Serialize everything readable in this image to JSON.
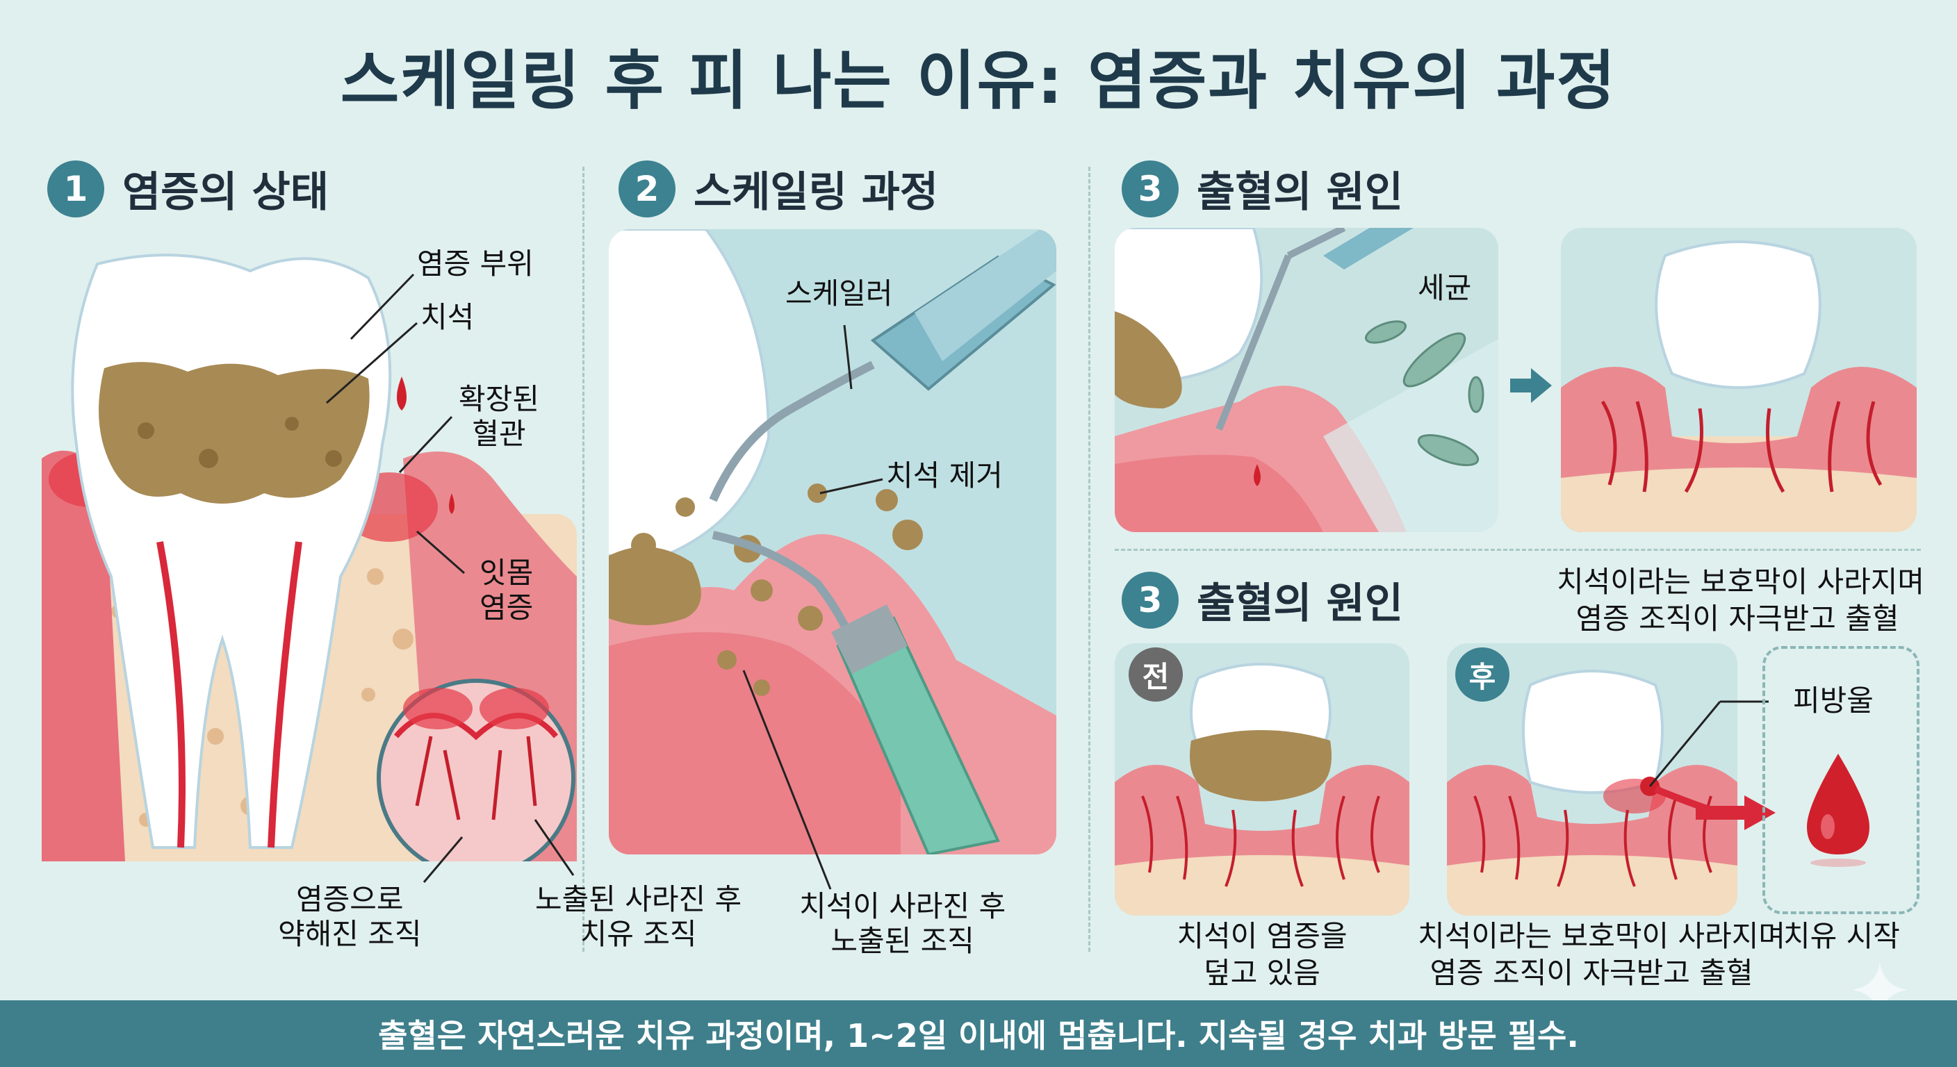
{
  "title": "스케일링 후 피 나는 이유: 염증과 치유의 과정",
  "sections": {
    "s1": {
      "num": "1",
      "title": "염증의 상태"
    },
    "s2": {
      "num": "2",
      "title": "스케일링 과정"
    },
    "s3a": {
      "num": "3",
      "title": "출혈의 원인"
    },
    "s3b": {
      "num": "3",
      "title": "출혈의 원인"
    }
  },
  "labels": {
    "inflamed_site": "염증 부위",
    "tartar": "치석",
    "dilated_vessel": "확장된\n혈관",
    "gum_inflammation": "잇몸\n염증",
    "weakened_tissue": "염증으로\n약해진 조직",
    "exposed_healing_tissue": "노출된 사라진 후\n치유 조직",
    "scaler": "스케일러",
    "tartar_removal": "치석 제거",
    "exposed_after_removal": "치석이 사라진 후\n노출된 조직",
    "bacteria": "세균",
    "blood_drop": "피방울"
  },
  "captions": {
    "s3_top": "치석이라는 보호막이 사라지며\n염증 조직이 자극받고 출혈",
    "before": "치석이 염증을\n덮고 있음",
    "after": "치석이라는 보호막이 사라지며\n염증 조직이 자극받고 출혈",
    "healing": "치유 시작"
  },
  "badges": {
    "before": "전",
    "after": "후"
  },
  "footer": "출혈은 자연스러운 치유 과정이며, 1~2일 이내에 멈춥니다. 지속될 경우 치과 방문 필수.",
  "colors": {
    "background": "#e0f0ee",
    "accent": "#3c8290",
    "gum": "#e8707a",
    "blood": "#d0202c",
    "tartar": "#a88a55",
    "bone": "#f3dcc0"
  }
}
